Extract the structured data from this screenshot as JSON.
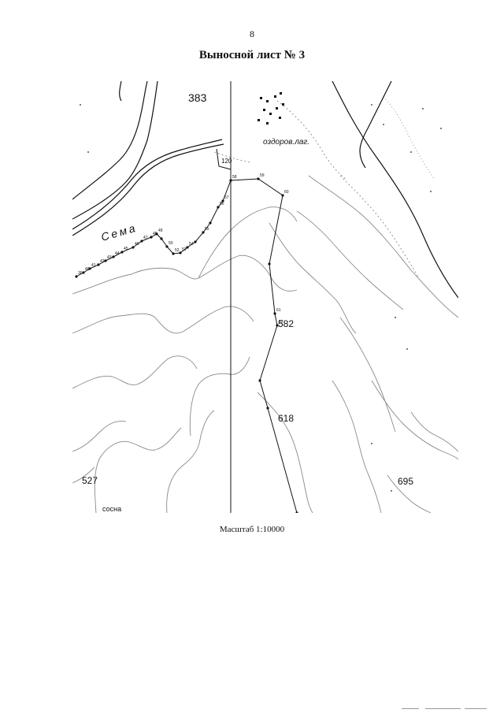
{
  "page": {
    "number": "8",
    "title": "Выносной лист № 3",
    "scale": "Масштаб 1:10000"
  },
  "map": {
    "parcels": [
      "383",
      "582",
      "618",
      "527",
      "695"
    ],
    "river_label": "Сема",
    "camp_label": "оздоров.лаг.",
    "forest_label": "сосна",
    "road_label": "120",
    "points": [
      "36",
      "40",
      "41",
      "42",
      "43",
      "44",
      "45",
      "46",
      "47",
      "48",
      "49",
      "50",
      "52",
      "53",
      "54",
      "55",
      "56",
      "57",
      "58",
      "59",
      "60",
      "61",
      "62"
    ],
    "colors": {
      "ink": "#111111",
      "contour": "#8a8a8a",
      "background": "#ffffff"
    }
  }
}
